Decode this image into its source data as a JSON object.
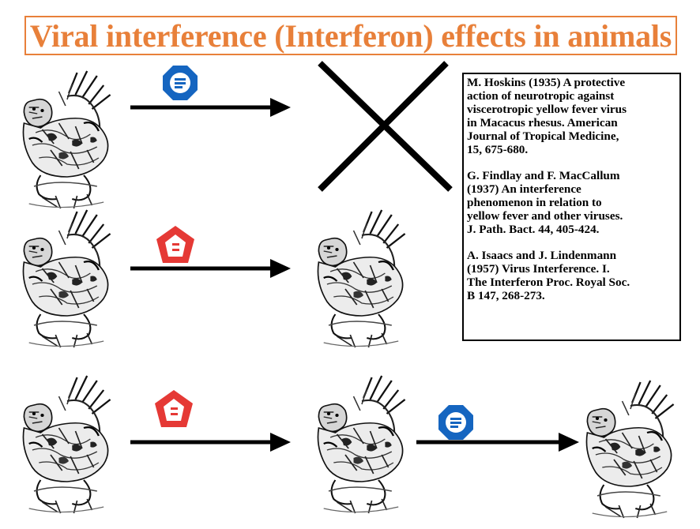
{
  "title": "Viral interference (Interferon) effects in animals",
  "references": [
    "M. Hoskins (1935) A protective\naction of neurotropic against\nviscerotropic yellow fever virus\nin Macacus rhesus.  American\nJournal of Tropical Medicine,\n15, 675-680.",
    "G. Findlay and F. MacCallum\n(1937) An interference\nphenomenon in relation to\nyellow fever and other viruses.\nJ. Path. Bact. 44, 405-424.",
    "A. Isaacs and J. Lindenmann\n(1957) Virus Interference.  I.\nThe Interferon Proc. Royal Soc.\nB 147, 268-273."
  ],
  "colors": {
    "title": "#e8803a",
    "blue_virus": "#1565c0",
    "red_virus": "#e53935",
    "arrow": "#000000"
  },
  "icons": {
    "animal": "monkey-sketch-icon",
    "blue_virus": "blue-octagon-virus-icon",
    "red_virus": "red-pentagon-virus-icon",
    "death": "cross-x-icon",
    "arrow": "right-arrow-icon"
  }
}
